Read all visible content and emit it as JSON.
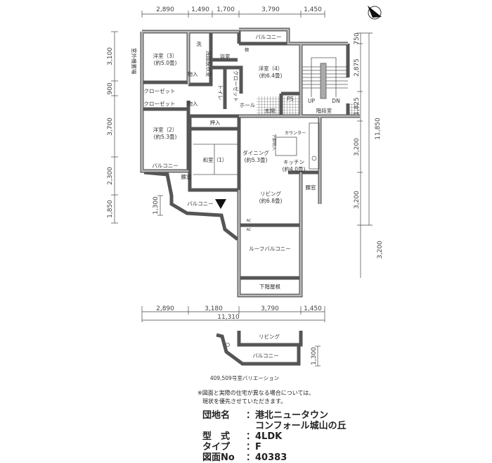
{
  "dimensions": {
    "top": [
      "2,890",
      "1,490",
      "1,700",
      "3,790",
      "1,450"
    ],
    "left": [
      "3,100",
      "900",
      "3,700",
      "2,300",
      "1,850"
    ],
    "right": [
      "750",
      "2,875",
      "1,825",
      "3,200",
      "3,200",
      "3,200"
    ],
    "right_total": "11,850",
    "balcony_depth": "1,300",
    "bottom": [
      "2,890",
      "3,180",
      "3,790",
      "1,450"
    ],
    "bottom_total": "11,310",
    "variation_depth": "1,300"
  },
  "rooms": {
    "bedroom3": "洋室（3）",
    "bedroom3_size": "(約5.0畳)",
    "bedroom2": "洋室（2）",
    "bedroom2_size": "(約5.3畳)",
    "bedroom4": "洋室（4）",
    "bedroom4_size": "(約6.4畳)",
    "washitsu": "和室（1）",
    "dining": "ダイニング",
    "dining_size": "(約5.3畳)",
    "kitchen": "キッチン",
    "kitchen_size": "(約4.0畳)",
    "living": "リビング",
    "living_size": "(約6.8畳)",
    "bath": "浴室",
    "wash": "洗",
    "dressing": "洗面脱衣室",
    "toilet": "トイレ",
    "closet_v": "クローゼット",
    "closet1": "クローゼット",
    "closet2": "クローゼット",
    "storage1": "物入",
    "storage2": "物入",
    "oshiire": "押入",
    "hall": "ホール",
    "entrance": "玄関",
    "ps": "PS",
    "stair": "階段室",
    "up": "UP",
    "dn": "DN",
    "balcony_top": "バルコニー",
    "balcony_left": "バルコニー",
    "balcony_mid": "バルコニー",
    "roof_balcony": "ルーフバルコニー",
    "lower_roof": "下階屋根",
    "counter": "カウンター",
    "under_storage": "下部物入",
    "outdoor_unit": "室外機置場",
    "window1": "腰窓",
    "window2": "腰窓",
    "shelf": "棚",
    "ac1": "AC",
    "ac2": "AC"
  },
  "variation": {
    "living": "リビング",
    "balcony": "バルコニー",
    "caption": "409,509号室バリエーション"
  },
  "notes": [
    "※図面と実際の住宅が異なる場合については、",
    "現状を優先させていただきます。"
  ],
  "info": [
    {
      "key": "団地名",
      "value": "港北ニュータウン"
    },
    {
      "key": "",
      "value": "コンフォール城山の丘"
    },
    {
      "key": "型　式",
      "value": "4LDK"
    },
    {
      "key": "タイプ",
      "value": "F"
    },
    {
      "key": "図面No",
      "value": "40383"
    }
  ]
}
